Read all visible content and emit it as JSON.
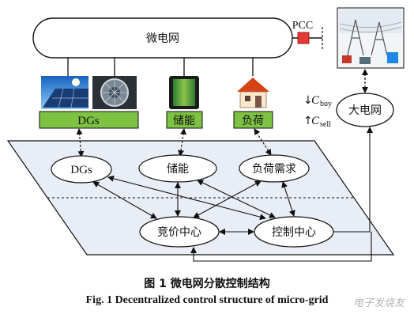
{
  "colors": {
    "green": "#7dc242",
    "green_dark": "#3f7d1e",
    "panel": "#e8edf6",
    "pcc": "#e53935"
  },
  "nodes": {
    "microgrid": "微电网",
    "pcc": "PCC",
    "main_grid": "大电网",
    "dgs_label": "DGs",
    "storage_label": "储能",
    "load_label": "负荷"
  },
  "prices": {
    "buy_symbol": "C",
    "buy_sub": "buy",
    "sell_symbol": "C",
    "sell_sub": "sell"
  },
  "panel": {
    "dgs": "DGs",
    "storage": "储能",
    "load_demand": "负荷需求",
    "bidding_center": "竞价中心",
    "control_center": "控制中心"
  },
  "caption": {
    "cn": "图 1    微电网分散控制结构",
    "en": "Fig. 1    Decentralized control structure of micro-grid"
  },
  "watermark": "电子发烧友"
}
